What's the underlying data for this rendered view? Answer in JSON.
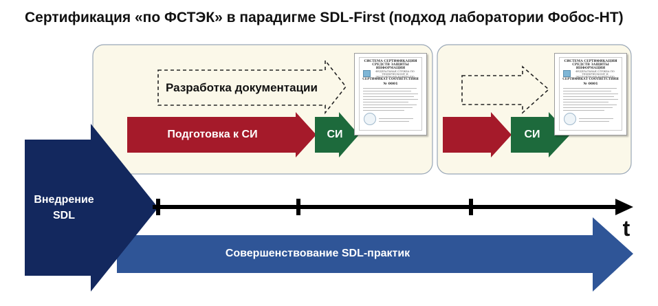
{
  "title": "Сертификация «по ФСТЭК» в парадигме SDL-First (подход лаборатории Фобос-НТ)",
  "stages": {
    "docs": "Разработка документации",
    "prep": "Подготовка к СИ",
    "si_first": "СИ",
    "si_second": "СИ",
    "intro": "Внедрение SDL",
    "improve": "Совершенствование SDL-практик"
  },
  "axis": {
    "label": "t"
  },
  "certificate": {
    "header": "СИСТЕМА СЕРТИФИКАЦИИ СРЕДСТВ ЗАЩИТЫ ИНФОРМАЦИИ",
    "org": "ФЕДЕРАЛЬНАЯ СЛУЖБА ПО ТЕХНИЧЕСКОМУ И ЭКСПОРТНОМУ КОНТРОЛЮ",
    "doc_type": "СЕРТИФИКАТ СООТВЕТСТВИЯ",
    "number": "№ 0001"
  },
  "colors": {
    "panel_fill": "#fbf8e9",
    "red_arrow": "#a51a2a",
    "green_arrow": "#1d6a3c",
    "navy": "#13285e",
    "blue_bar": "#2f5597"
  }
}
